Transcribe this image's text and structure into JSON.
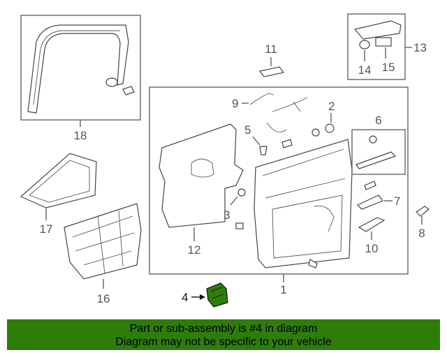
{
  "callouts": {
    "c1": "1",
    "c2": "2",
    "c3": "3",
    "c4": "4",
    "c5": "5",
    "c6": "6",
    "c7": "7",
    "c8": "8",
    "c9": "9",
    "c10": "10",
    "c11": "11",
    "c12": "12",
    "c13": "13",
    "c14": "14",
    "c15": "15",
    "c16": "16",
    "c17": "17",
    "c18": "18"
  },
  "highlight_color": "#2e7d0a",
  "banner": {
    "line1": "Part or sub-assembly is #4 in diagram",
    "line2": "Diagram may not be specific to your vehicle"
  }
}
